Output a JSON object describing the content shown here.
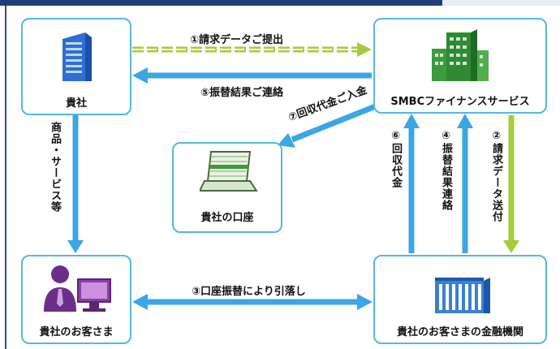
{
  "nodes": {
    "your_company": "貴社",
    "smbc_finance": "SMBCファイナンスサービス",
    "your_account": "貴社の口座",
    "your_customer": "貴社のお客さま",
    "customer_bank": "貴社のお客さまの金融機関"
  },
  "flows": {
    "f1": "①請求データご提出",
    "f5": "⑤振替結果ご連絡",
    "f7": "⑦回収代金ご入金",
    "f6": "⑥回収代金",
    "f4": "④振替結果連絡",
    "f2": "②請求データ送付",
    "f3": "③口座振替により引落し",
    "goods": "商品・サービス等"
  },
  "colors": {
    "arrow_blue": "#3aa6e6",
    "arrow_green": "#a6cc3a",
    "box_border": "#55b6e8"
  },
  "icons": [
    "office-building-icon",
    "green-building-icon",
    "laptop-icon",
    "person-computer-icon",
    "bank-building-icon"
  ]
}
